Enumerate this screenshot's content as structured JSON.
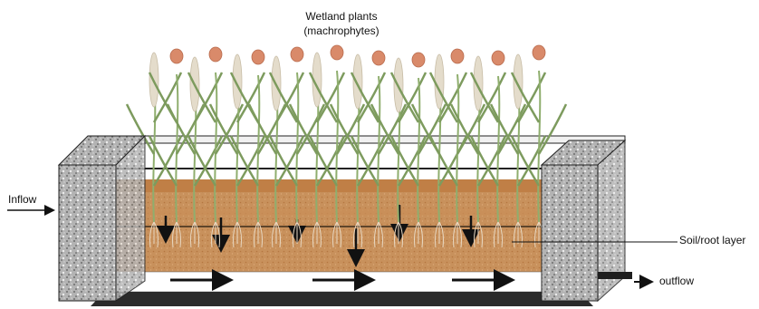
{
  "labels": {
    "plants_line1": "Wetland plants",
    "plants_line2": "(machrophytes)",
    "inflow": "Inflow",
    "soil_layer": "Soil/root layer",
    "outflow": "outflow"
  },
  "colors": {
    "soil": "#c8915c",
    "soil_dark": "#b97d45",
    "gravel": "#a9a9a9",
    "liner": "#2b2b2b",
    "stem": "#8fae6e",
    "flower": "#d98a6a",
    "seed_head": "#e4dccb"
  }
}
